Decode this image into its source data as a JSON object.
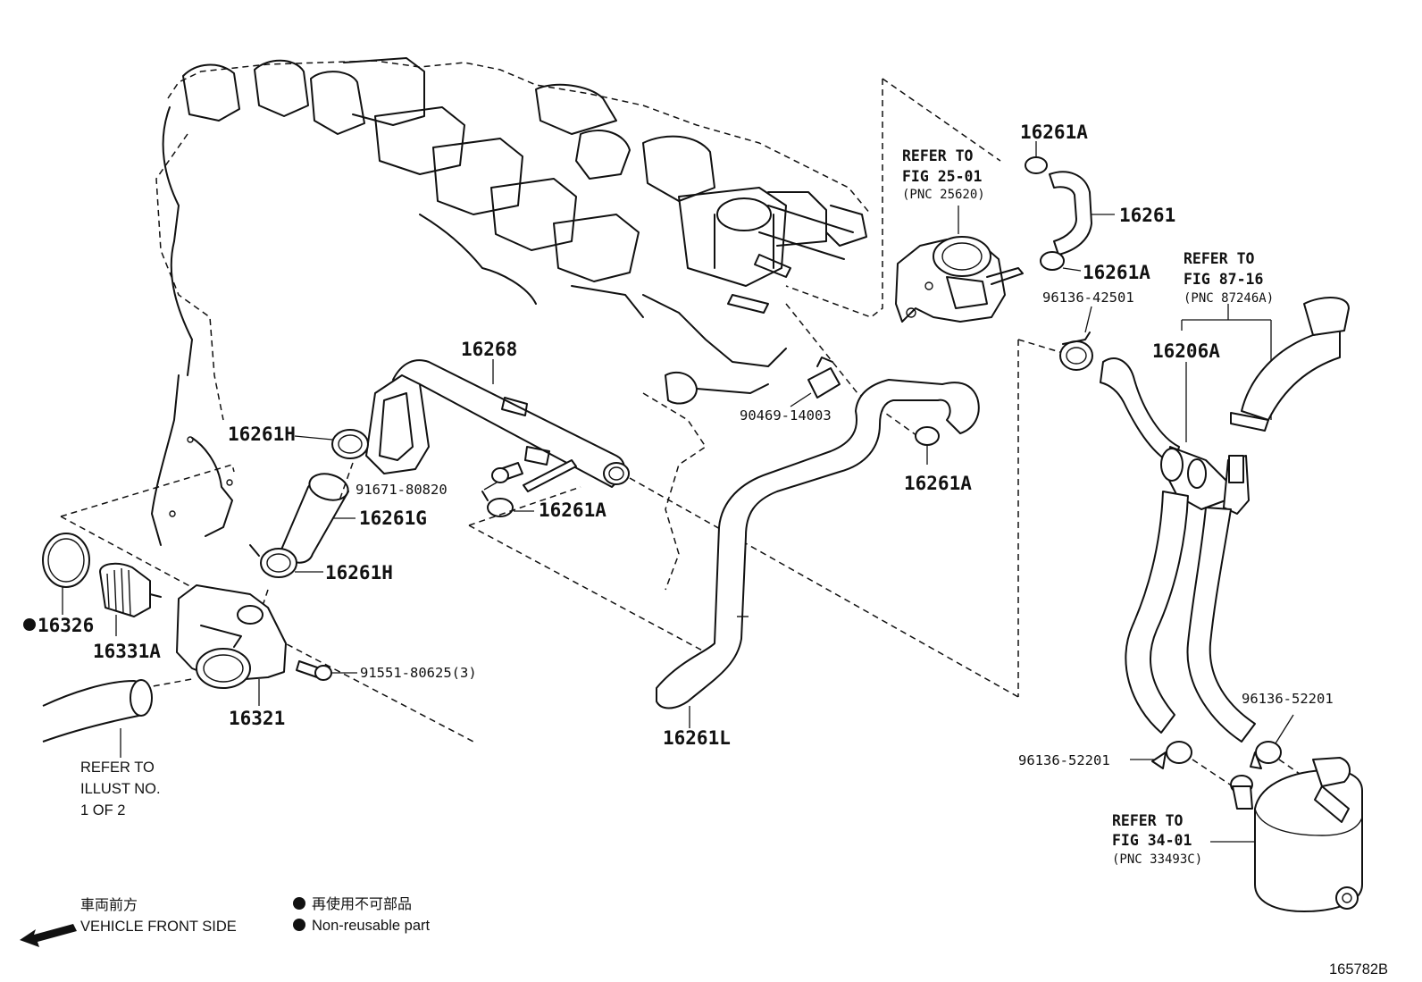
{
  "labels": {
    "p16261A_top": "16261A",
    "p16261": "16261",
    "p16261A_right": "16261A",
    "ref_fig25": "REFER TO",
    "ref_fig25_fig": "FIG 25-01",
    "ref_fig25_pnc": "(PNC 25620)",
    "ref_fig87": "REFER TO",
    "ref_fig87_fig": "FIG 87-16",
    "ref_fig87_pnc": "(PNC 87246A)",
    "p96136_42501": "96136-42501",
    "p16206A": "16206A",
    "p16268": "16268",
    "p90469_14003": "90469-14003",
    "p16261A_mid": "16261A",
    "p16261H_top": "16261H",
    "p91671_80820": "91671-80820",
    "p16261A_clamp": "16261A",
    "p16261G": "16261G",
    "p16261H_bottom": "16261H",
    "p16326": "16326",
    "p16331A": "16331A",
    "p91551_80625": "91551-80625(3)",
    "p16321": "16321",
    "p16261L": "16261L",
    "p96136_52201_right": "96136-52201",
    "p96136_52201_left": "96136-52201",
    "ref_fig34": "REFER TO",
    "ref_fig34_fig": "FIG 34-01",
    "ref_fig34_pnc": "(PNC 33493C)",
    "ref_illust_1": "REFER TO",
    "ref_illust_2": "ILLUST NO.",
    "ref_illust_3": "1 OF 2"
  },
  "legend": {
    "front_jp": "車両前方",
    "front_en": "VEHICLE FRONT SIDE",
    "nonreuse_jp": "再使用不可部品",
    "nonreuse_en": "Non-reusable part"
  },
  "figure_id": "165782B"
}
